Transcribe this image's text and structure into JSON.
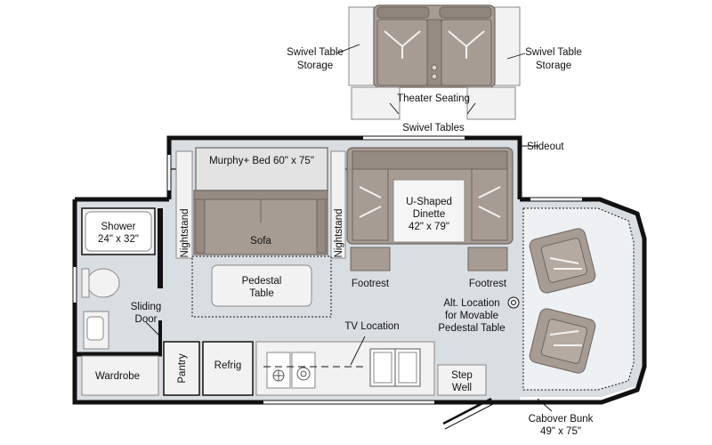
{
  "labels": {
    "swivel_storage_left_1": "Swivel Table",
    "swivel_storage_left_2": "Storage",
    "swivel_storage_right_1": "Swivel Table",
    "swivel_storage_right_2": "Storage",
    "theater_seating": "Theater Seating",
    "swivel_tables": "Swivel Tables",
    "slideout": "Slideout",
    "murphy_bed": "Murphy+ Bed 60\" x 75\"",
    "sofa": "Sofa",
    "nightstand_left": "Nightstand",
    "nightstand_right": "Nightstand",
    "dinette_1": "U-Shaped",
    "dinette_2": "Dinette",
    "dinette_3": "42\" x 79\"",
    "footrest_left": "Footrest",
    "footrest_right": "Footrest",
    "shower_1": "Shower",
    "shower_2": "24\" x 32\"",
    "pedestal_table_1": "Pedestal",
    "pedestal_table_2": "Table",
    "sliding_door_1": "Sliding",
    "sliding_door_2": "Door",
    "alt_location_1": "Alt. Location",
    "alt_location_2": "for Movable",
    "alt_location_3": "Pedestal Table",
    "tv_location": "TV Location",
    "wardrobe": "Wardrobe",
    "pantry": "Pantry",
    "refrig": "Refrig",
    "step_well_1": "Step",
    "step_well_2": "Well",
    "cabover_1": "Cabover Bunk",
    "cabover_2": "49\" x 75\""
  },
  "colors": {
    "wall": "#111111",
    "floor": "#d9dee3",
    "furniture": "#a79c93",
    "furniture_stroke": "#6e655f",
    "light_fill": "#f2f2f2",
    "white": "#ffffff"
  }
}
